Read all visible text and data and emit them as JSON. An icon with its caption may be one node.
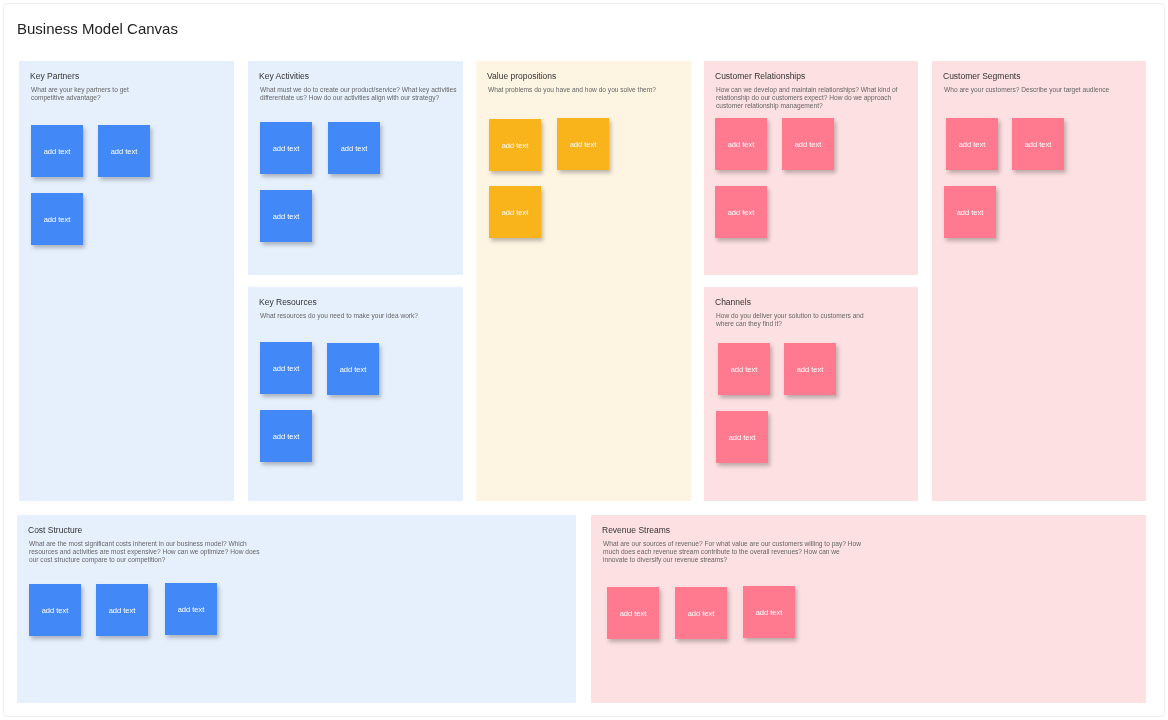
{
  "diagram": {
    "title": "Business Model Canvas",
    "nodes": [
      {
        "text": [
          "Key Partners",
          "What are your key partners to get competitive advantage?"
        ]
      },
      {
        "text": [
          "add text"
        ],
        "in": 0
      },
      {
        "text": [
          "add text"
        ],
        "in": 0
      },
      {
        "text": [
          "add text"
        ],
        "in": 0
      },
      {
        "text": [
          "Key Activities",
          "What must we do to create our product/service? What key activities differentiate us? How do our activities align with our strategy?"
        ]
      },
      {
        "text": [
          "add text"
        ],
        "in": 4
      },
      {
        "text": [
          "add text"
        ],
        "in": 4
      },
      {
        "text": [
          "add text"
        ],
        "in": 4
      },
      {
        "text": [
          "Key Resources",
          "What resources do you need to make your idea work?"
        ]
      },
      {
        "text": [
          "add text"
        ],
        "in": 8
      },
      {
        "text": [
          "add text"
        ],
        "in": 8
      },
      {
        "text": [
          "add text"
        ],
        "in": 8
      },
      {
        "text": [
          "Value propositions",
          "What problems do you have and how do you solve them?"
        ]
      },
      {
        "text": [
          "add text"
        ],
        "in": 12
      },
      {
        "text": [
          "add text"
        ],
        "in": 12
      },
      {
        "text": [
          "add text"
        ],
        "in": 12
      },
      {
        "text": [
          "Customer Relationships",
          "How can we develop and maintain relationships? What kind of relationship do our customers expect? How do we approach customer relationship management?"
        ]
      },
      {
        "text": [
          "add text"
        ],
        "in": 16
      },
      {
        "text": [
          "add text"
        ],
        "in": 16
      },
      {
        "text": [
          "add text"
        ],
        "in": 16
      },
      {
        "text": [
          "Channels",
          "How do you deliver your solution to customers and where can they find it?"
        ]
      },
      {
        "text": [
          "add text"
        ],
        "in": 20
      },
      {
        "text": [
          "add text"
        ],
        "in": 20
      },
      {
        "text": [
          "add text"
        ],
        "in": 20
      },
      {
        "text": [
          "Customer Segments",
          "Who are your customers? Describe your target audience"
        ]
      },
      {
        "text": [
          "add text"
        ],
        "in": 24
      },
      {
        "text": [
          "add text"
        ],
        "in": 24
      },
      {
        "text": [
          "add text"
        ],
        "in": 24
      },
      {
        "text": [
          "Cost Structure",
          "What are the most significant costs inherent in our business model? Which resources and activities are most expensive? How can we optimize? How does our cost structure compare to our competition?"
        ]
      },
      {
        "text": [
          "add text"
        ],
        "in": 28
      },
      {
        "text": [
          "add text"
        ],
        "in": 28
      },
      {
        "text": [
          "add text"
        ],
        "in": 28
      },
      {
        "text": [
          "Revenue Streams",
          "What are our sources of revenue? For what value are our customers willing to pay? How much does each revenue stream contribute to the overall revenues? How can we innovate to diversify our revenue streams?"
        ]
      },
      {
        "text": [
          "add text"
        ],
        "in": 32
      },
      {
        "text": [
          "add text"
        ],
        "in": 32
      },
      {
        "text": [
          "add text"
        ],
        "in": 32
      }
    ]
  }
}
